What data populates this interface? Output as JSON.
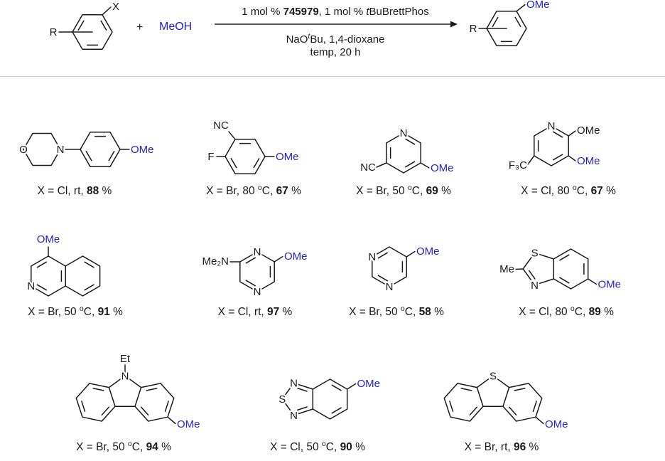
{
  "colors": {
    "accent_blue": "#2222cc",
    "bond_black": "#1a1a1a",
    "divider_gray": "#cccccc"
  },
  "scheme": {
    "reactant_r": "R",
    "reactant_x": "X",
    "plus": "+",
    "meoh": "MeOH",
    "conditions_line1": [
      {
        "t": "1 mol % "
      },
      {
        "t": "745979",
        "b": true
      },
      {
        "t": ", 1 mol % "
      },
      {
        "t": "t",
        "i": true
      },
      {
        "t": "BuBrettPhos"
      }
    ],
    "conditions_line2": [
      {
        "t": "NaO"
      },
      {
        "t": "t",
        "sup": true,
        "i": true
      },
      {
        "t": "Bu, 1,4-dioxane"
      }
    ],
    "conditions_line3": [
      {
        "t": "temp, 20 h"
      }
    ],
    "product_r": "R",
    "product_ome": "OMe"
  },
  "products": [
    {
      "labels": {
        "o": "O",
        "n": "N",
        "ome": "OMe"
      },
      "caption": [
        {
          "t": "X = Cl, rt, "
        },
        {
          "t": "88",
          "b": true
        },
        {
          "t": " %"
        }
      ]
    },
    {
      "labels": {
        "nc": "NC",
        "f": "F",
        "ome": "OMe"
      },
      "caption": [
        {
          "t": "X = Br, 80 "
        },
        {
          "t": "o",
          "sup": true
        },
        {
          "t": "C, "
        },
        {
          "t": "67",
          "b": true
        },
        {
          "t": " %"
        }
      ]
    },
    {
      "labels": {
        "n": "N",
        "nc": "NC",
        "ome": "OMe"
      },
      "caption": [
        {
          "t": "X = Br, 50 "
        },
        {
          "t": "o",
          "sup": true
        },
        {
          "t": "C, "
        },
        {
          "t": "69",
          "b": true
        },
        {
          "t": " %"
        }
      ]
    },
    {
      "labels": {
        "n": "N",
        "ome2": "OMe",
        "ome": "OMe",
        "f3c": "F₃C"
      },
      "caption": [
        {
          "t": "X = Cl, 80 "
        },
        {
          "t": "o",
          "sup": true
        },
        {
          "t": "C, "
        },
        {
          "t": "67",
          "b": true
        },
        {
          "t": " %"
        }
      ]
    },
    {
      "labels": {
        "ome": "OMe",
        "n": "N"
      },
      "caption": [
        {
          "t": "X = Br, 50 "
        },
        {
          "t": "o",
          "sup": true
        },
        {
          "t": "C, "
        },
        {
          "t": "91",
          "b": true
        },
        {
          "t": " %"
        }
      ]
    },
    {
      "labels": {
        "nme2": "Me₂N",
        "n1": "N",
        "n2": "N",
        "ome": "OMe"
      },
      "caption": [
        {
          "t": "X = Cl, rt, "
        },
        {
          "t": "97",
          "b": true
        },
        {
          "t": " %"
        }
      ]
    },
    {
      "labels": {
        "n1": "N",
        "n2": "N",
        "ome": "OMe"
      },
      "caption": [
        {
          "t": "X = Br, 50 "
        },
        {
          "t": "o",
          "sup": true
        },
        {
          "t": "C, "
        },
        {
          "t": "58",
          "b": true
        },
        {
          "t": " %"
        }
      ]
    },
    {
      "labels": {
        "me": "Me",
        "s": "S",
        "n": "N",
        "ome": "OMe"
      },
      "caption": [
        {
          "t": "X = Cl, 80 "
        },
        {
          "t": "o",
          "sup": true
        },
        {
          "t": "C, "
        },
        {
          "t": "89",
          "b": true
        },
        {
          "t": " %"
        }
      ]
    },
    {
      "labels": {
        "et": "Et",
        "n": "N",
        "ome": "OMe"
      },
      "caption": [
        {
          "t": "X = Br, 50 "
        },
        {
          "t": "o",
          "sup": true
        },
        {
          "t": "C, "
        },
        {
          "t": "94",
          "b": true
        },
        {
          "t": " %"
        }
      ]
    },
    {
      "labels": {
        "n1": "N",
        "s": "S",
        "n2": "N",
        "ome": "OMe"
      },
      "caption": [
        {
          "t": "X = Cl, 50 "
        },
        {
          "t": "o",
          "sup": true
        },
        {
          "t": "C, "
        },
        {
          "t": "90",
          "b": true
        },
        {
          "t": " %"
        }
      ]
    },
    {
      "labels": {
        "s": "S",
        "ome": "OMe"
      },
      "caption": [
        {
          "t": "X = Br, rt, "
        },
        {
          "t": "96",
          "b": true
        },
        {
          "t": " %"
        }
      ]
    }
  ]
}
